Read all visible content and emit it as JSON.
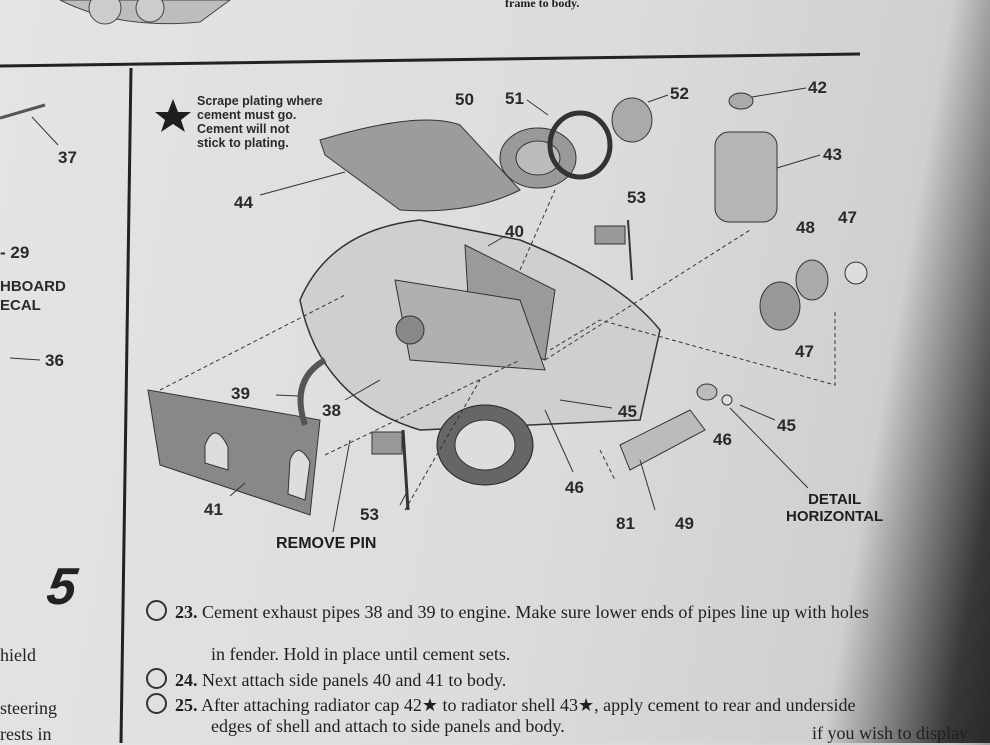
{
  "top_caption": "frame to body.",
  "left_column": {
    "labels": [
      "37",
      "- 29",
      "HBOARD",
      "ECAL",
      "36"
    ],
    "side_text": [
      "hield",
      "steering",
      "rests in"
    ]
  },
  "step_panel": {
    "star_note": [
      "Scrape plating where",
      "cement must go.",
      "Cement will not",
      "stick to plating."
    ],
    "part_numbers": {
      "p44": "44",
      "p50": "50",
      "p51": "51",
      "p52": "52",
      "p42": "42",
      "p43": "43",
      "p53a": "53",
      "p40": "40",
      "p48": "48",
      "p47a": "47",
      "p47b": "47",
      "p39": "39",
      "p38": "38",
      "p45a": "45",
      "p45b": "45",
      "p46a": "46",
      "p46b": "46",
      "p41": "41",
      "p53b": "53",
      "p81": "81",
      "p49": "49"
    },
    "detail_label": [
      "DETAIL",
      "HORIZONTAL"
    ],
    "remove_pin": "REMOVE PIN",
    "step_number": "5"
  },
  "instructions": [
    {
      "num": "23.",
      "text": "Cement exhaust pipes 38 and 39 to engine. Make sure lower ends of pipes line up with holes",
      "cont": "in fender. Hold in place until cement sets."
    },
    {
      "num": "24.",
      "text": "Next attach side panels 40 and 41 to body."
    },
    {
      "num": "25.",
      "text": "After attaching radiator cap 42★ to radiator shell 43★, apply cement to rear and underside",
      "cont": "edges of shell and attach to side panels and body."
    }
  ],
  "bottom_partial": "if you wish to display"
}
